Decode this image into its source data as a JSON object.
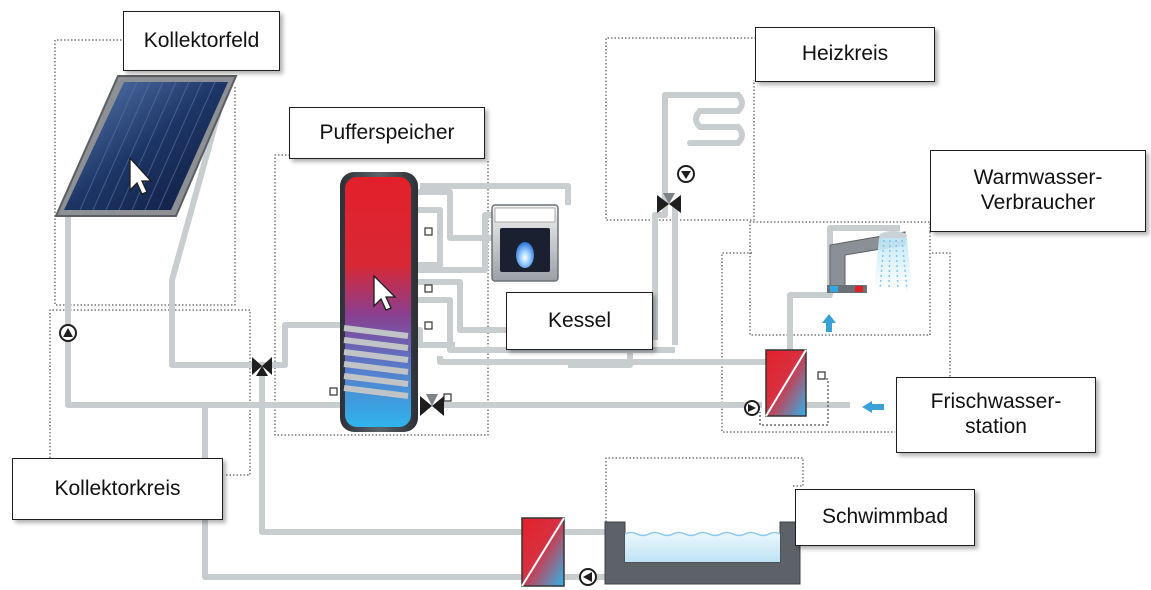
{
  "labels": {
    "kollektorfeld": "Kollektorfeld",
    "pufferspeicher": "Pufferspeicher",
    "heizkreis": "Heizkreis",
    "warmwasser_line1": "Warmwasser-",
    "warmwasser_line2": "Verbraucher",
    "kessel": "Kessel",
    "frischwasser_line1": "Frischwasser-",
    "frischwasser_line2": "station",
    "kollektorkreis": "Kollektorkreis",
    "schwimmbad": "Schwimmbad"
  },
  "colors": {
    "pipe": "#c8cdcf",
    "hot": "#e0202a",
    "cold": "#33a8e6",
    "mid": "#7d4aa0",
    "dark_metal": "#4a4f55",
    "flow_arrow": "#3aa0d8"
  },
  "icons": [
    "pointer-cursor-icon",
    "pump-icon",
    "three-way-valve-icon",
    "faucet-icon",
    "flame-icon",
    "heating-coil-icon",
    "flow-arrow-icon"
  ]
}
